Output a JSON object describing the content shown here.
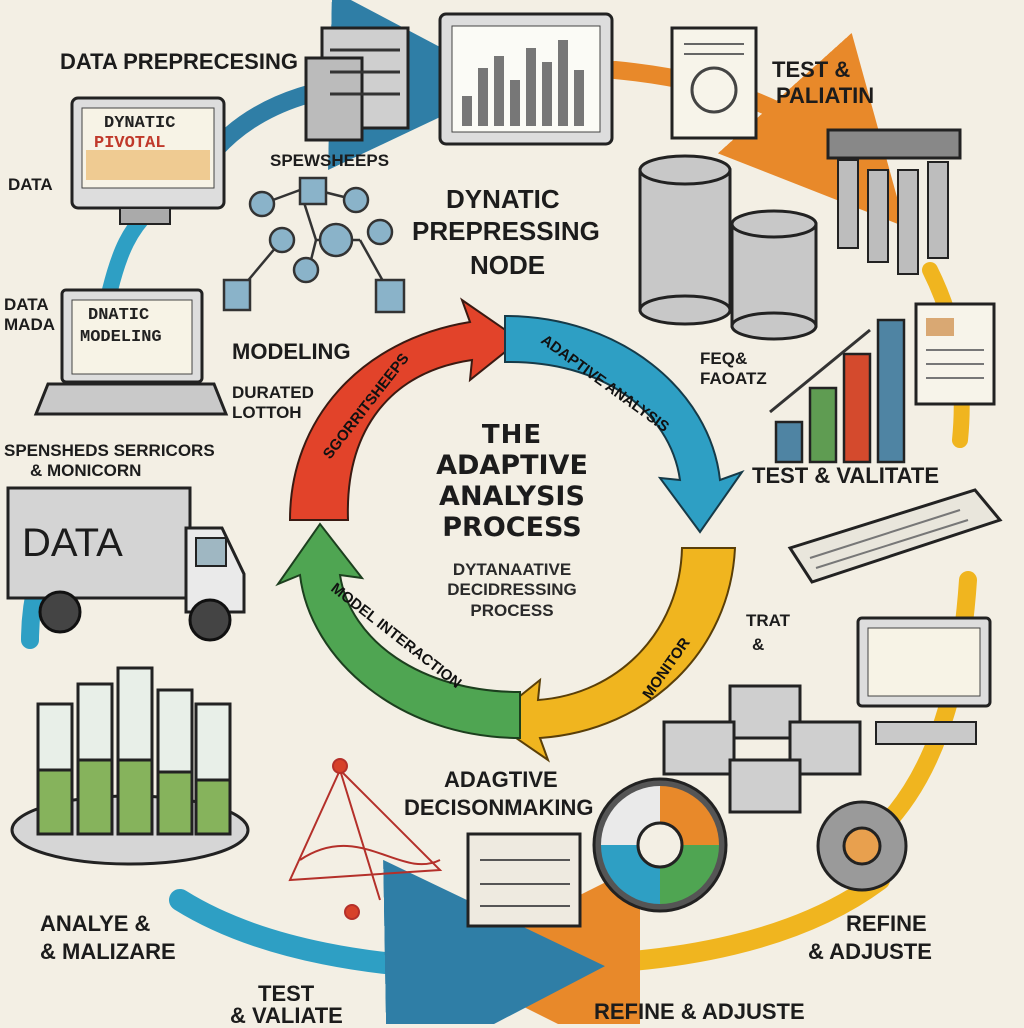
{
  "diagram": {
    "center": {
      "title_line1": "THE",
      "title_line2": "ADAPTIVE",
      "title_line3": "ANALYSIS",
      "title_line4": "PROCESS",
      "sub_line1": "DYTANAATIVE",
      "sub_line2": "DECIDRESSING",
      "sub_line3": "PROCESS"
    },
    "cycle_arrows": {
      "red": "SGORRITSHEEPS",
      "blue": "ADAPTIVE ANALYSIS",
      "green": "MODEL INTERACTION",
      "yellow": "MONITOR"
    },
    "labels": {
      "data_prepreccesing": "DATA PREPRECESING",
      "test_paliatin_1": "TEST &",
      "test_paliatin_2": "PALIATIN",
      "spewsheeps": "SPEWSHEEPS",
      "data_left": "DATA",
      "dynatic_node_1": "DYNATIC",
      "dynatic_node_2": "PREPRESSING",
      "dynatic_node_3": "NODE",
      "data_mada_1": "DATA",
      "data_mada_2": "MADA",
      "modeling": "MODELING",
      "durated_1": "DURATED",
      "durated_2": "LOTTOH",
      "faoatz_1": "FEQ&",
      "faoatz_2": "FAOATZ",
      "spensheds_1": "SPENSHEDS SERRICORS",
      "spensheds_2": "& MONICORN",
      "test_validate": "TEST & VALITATE",
      "trat_1": "TRAT",
      "trat_2": "&",
      "adaptive_dm_1": "ADAGTIVE",
      "adaptive_dm_2": "DECISONMAKING",
      "analyze_1": "ANALYE &",
      "analyze_2": "& MALIZARE",
      "refine_right_1": "REFINE",
      "refine_right_2": "& ADJUSTE",
      "test_bottom_1": "TEST",
      "test_bottom_2": "& VALIATE",
      "refine_bottom": "REFINE & ADJUSTE"
    },
    "screens": {
      "monitor_top_1": "DYNATIC",
      "monitor_top_2": "PIVOTAL",
      "laptop_1": "DNATIC",
      "laptop_2": "MODELING",
      "truck": "DATA"
    },
    "colors": {
      "red": "#e2432a",
      "blue": "#2e9fc4",
      "green": "#4fa552",
      "yellow": "#f0b51f",
      "orange": "#e8892a",
      "steelblue": "#2f7ea6"
    }
  }
}
